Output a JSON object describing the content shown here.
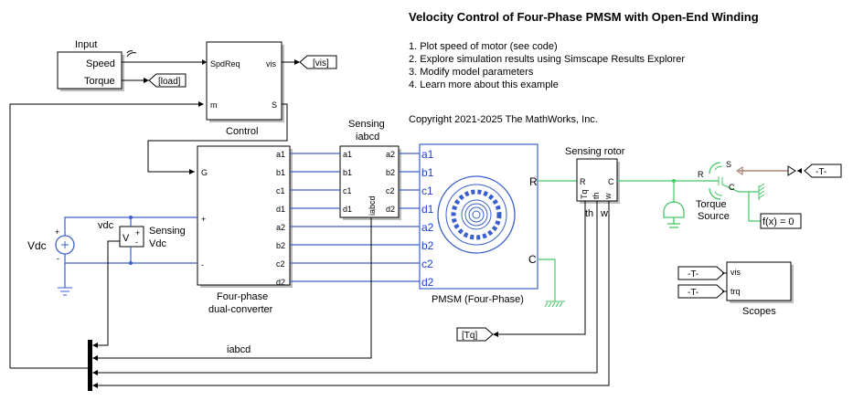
{
  "title": "Velocity Control of Four-Phase PMSM with Open-End Winding",
  "notes": [
    "1. Plot speed of motor (see code)",
    "2. Explore simulation results using Simscape Results Explorer",
    "3. Modify model parameters",
    "4. Learn more about this example"
  ],
  "copyright": "Copyright 2021-2025 The MathWorks, Inc.",
  "blocks": {
    "input": {
      "name": "Input",
      "ports": [
        "Speed",
        "Torque"
      ]
    },
    "control": {
      "name": "Control",
      "in_ports": [
        "SpdReq",
        "m"
      ],
      "out_ports": [
        "vis",
        "S"
      ]
    },
    "tag_vis": "[vis]",
    "tag_load": "[load]",
    "converter": {
      "name_line1": "Four-phase",
      "name_line2": "dual-converter",
      "left_ports": [
        "G",
        "+",
        "-"
      ],
      "right_ports": [
        "a1",
        "b1",
        "c1",
        "d1",
        "a2",
        "b2",
        "c2",
        "d2"
      ]
    },
    "sensing_iabcd": {
      "name_line1": "Sensing",
      "name_line2": "iabcd",
      "left_ports": [
        "a1",
        "b1",
        "c1",
        "d1"
      ],
      "right_ports": [
        "a2",
        "b2",
        "c2",
        "d2"
      ],
      "out_label": "iabcd"
    },
    "pmsm": {
      "name": "PMSM (Four-Phase)",
      "ports": [
        "a1",
        "b1",
        "c1",
        "d1",
        "a2",
        "b2",
        "c2",
        "d2"
      ],
      "R": "R",
      "C": "C"
    },
    "sensing_rotor": {
      "name": "Sensing rotor",
      "ports": [
        "R",
        "C",
        "Tq",
        "th",
        "w"
      ],
      "out_th": "th",
      "out_w": "w"
    },
    "tag_tq": "[Tq]",
    "torque_source": {
      "name_line1": "Torque",
      "name_line2": "Source",
      "port_R": "R",
      "port_C": "C",
      "port_S": "S"
    },
    "tag_t_goto": "-T-",
    "solver": "f(x) = 0",
    "vdc_source": {
      "name": "Vdc",
      "plus": "+",
      "minus": "-"
    },
    "sensing_vdc": {
      "name_line1": "Sensing",
      "name_line2": "Vdc",
      "symbol": "V",
      "label": "vdc"
    },
    "scopes": {
      "name": "Scopes",
      "ports": [
        "vis",
        "trq"
      ],
      "tag1": "-T-",
      "tag2": "-T-"
    },
    "bus_label": "iabcd"
  }
}
